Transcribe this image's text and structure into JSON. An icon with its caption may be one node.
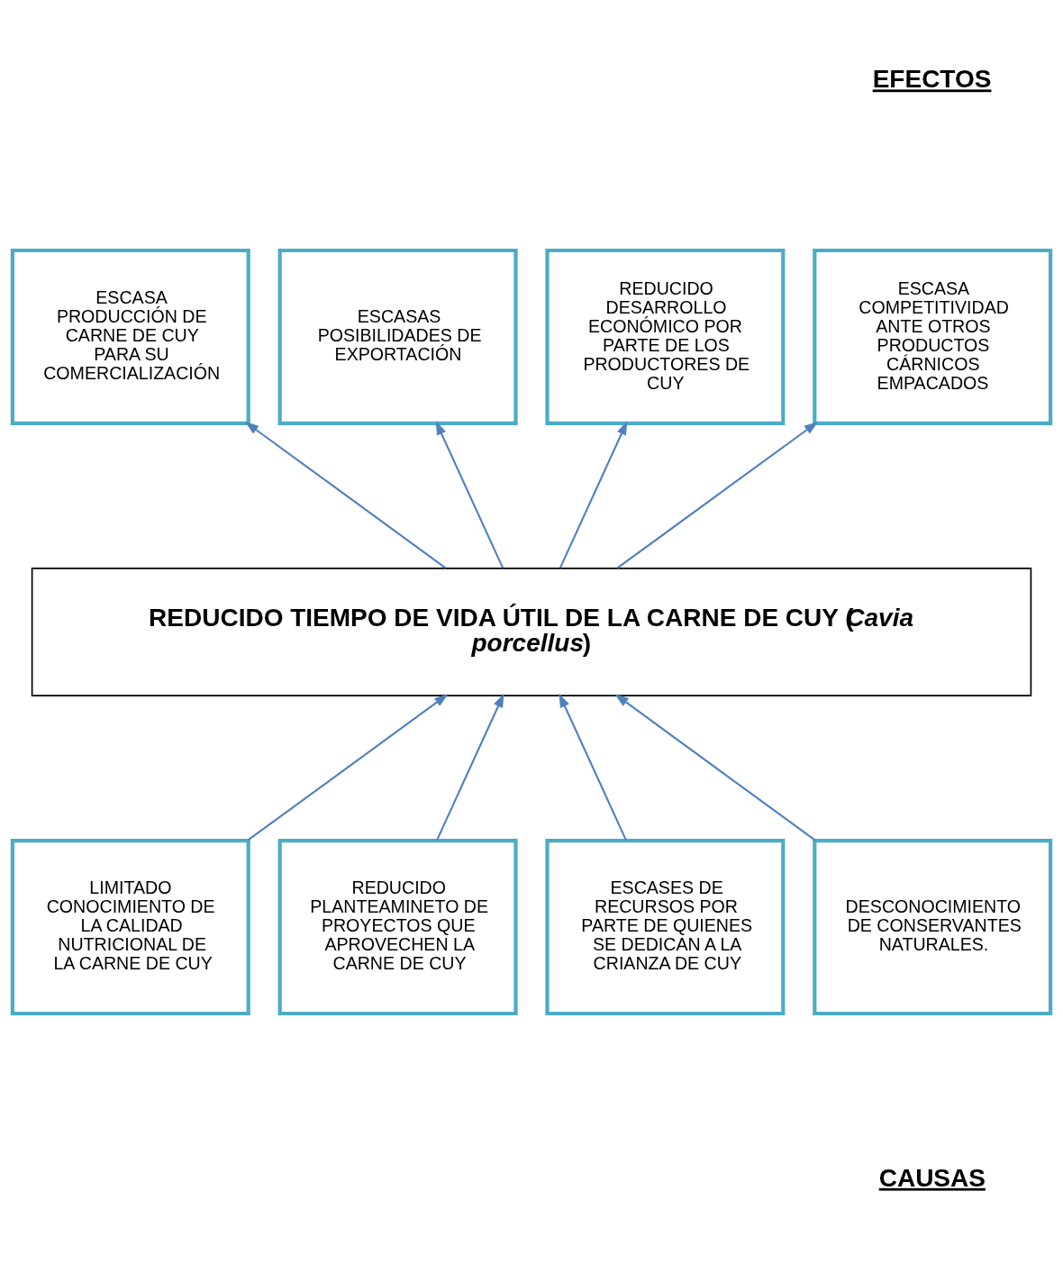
{
  "diagram": {
    "nodes": [
      {
        "text": [
          "ESCASA PRODUCCIÓN DE CARNE DE CUY PARA SU COMERCIALIZACIÓN"
        ]
      },
      {
        "text": [
          "ESCASAS POSIBILIDADES DE EXPORTACIÓN"
        ]
      },
      {
        "text": [
          "REDUCIDO DESARROLLO ECONÓMICO POR PARTE DE LOS PRODUCTORES DE CUY"
        ]
      },
      {
        "text": [
          "ESCASA COMPETITIVIDAD ANTE OTROS PRODUCTOS CÁRNICOS EMPACADOS"
        ]
      },
      {
        "text": [
          "REDUCIDO TIEMPO DE VIDA ÚTIL DE LA CARNE DE CUY (*Cavia porcellus*)"
        ]
      },
      {
        "text": [
          "LIMITADO CONOCIMIENTO DE LA CALIDAD NUTRICIONAL DE LA CARNE DE CUY"
        ]
      },
      {
        "text": [
          "REDUCIDO PLANTEAMINETO DE PROYECTOS QUE APROVECHEN LA CARNE DE CUY"
        ]
      },
      {
        "text": [
          "ESCASES DE RECURSOS POR PARTE DE QUIENES SE DEDICAN A LA CRIANZA DE CUY"
        ]
      },
      {
        "text": [
          "DESCONOCIMIENTO DE CONSERVANTES NATURALES."
        ]
      }
    ],
    "edges": [
      {
        "from": 4,
        "to": 0,
        "arrow": "to"
      },
      {
        "from": 4,
        "to": 1,
        "arrow": "to"
      },
      {
        "from": 4,
        "to": 2,
        "arrow": "to"
      },
      {
        "from": 4,
        "to": 3,
        "arrow": "to"
      },
      {
        "from": 5,
        "to": 4,
        "arrow": "to"
      },
      {
        "from": 6,
        "to": 4,
        "arrow": "to"
      },
      {
        "from": 7,
        "to": 4,
        "arrow": "to"
      },
      {
        "from": 8,
        "to": 4,
        "arrow": "to"
      }
    ],
    "labels": [
      "EFECTOS",
      "CAUSAS"
    ]
  }
}
